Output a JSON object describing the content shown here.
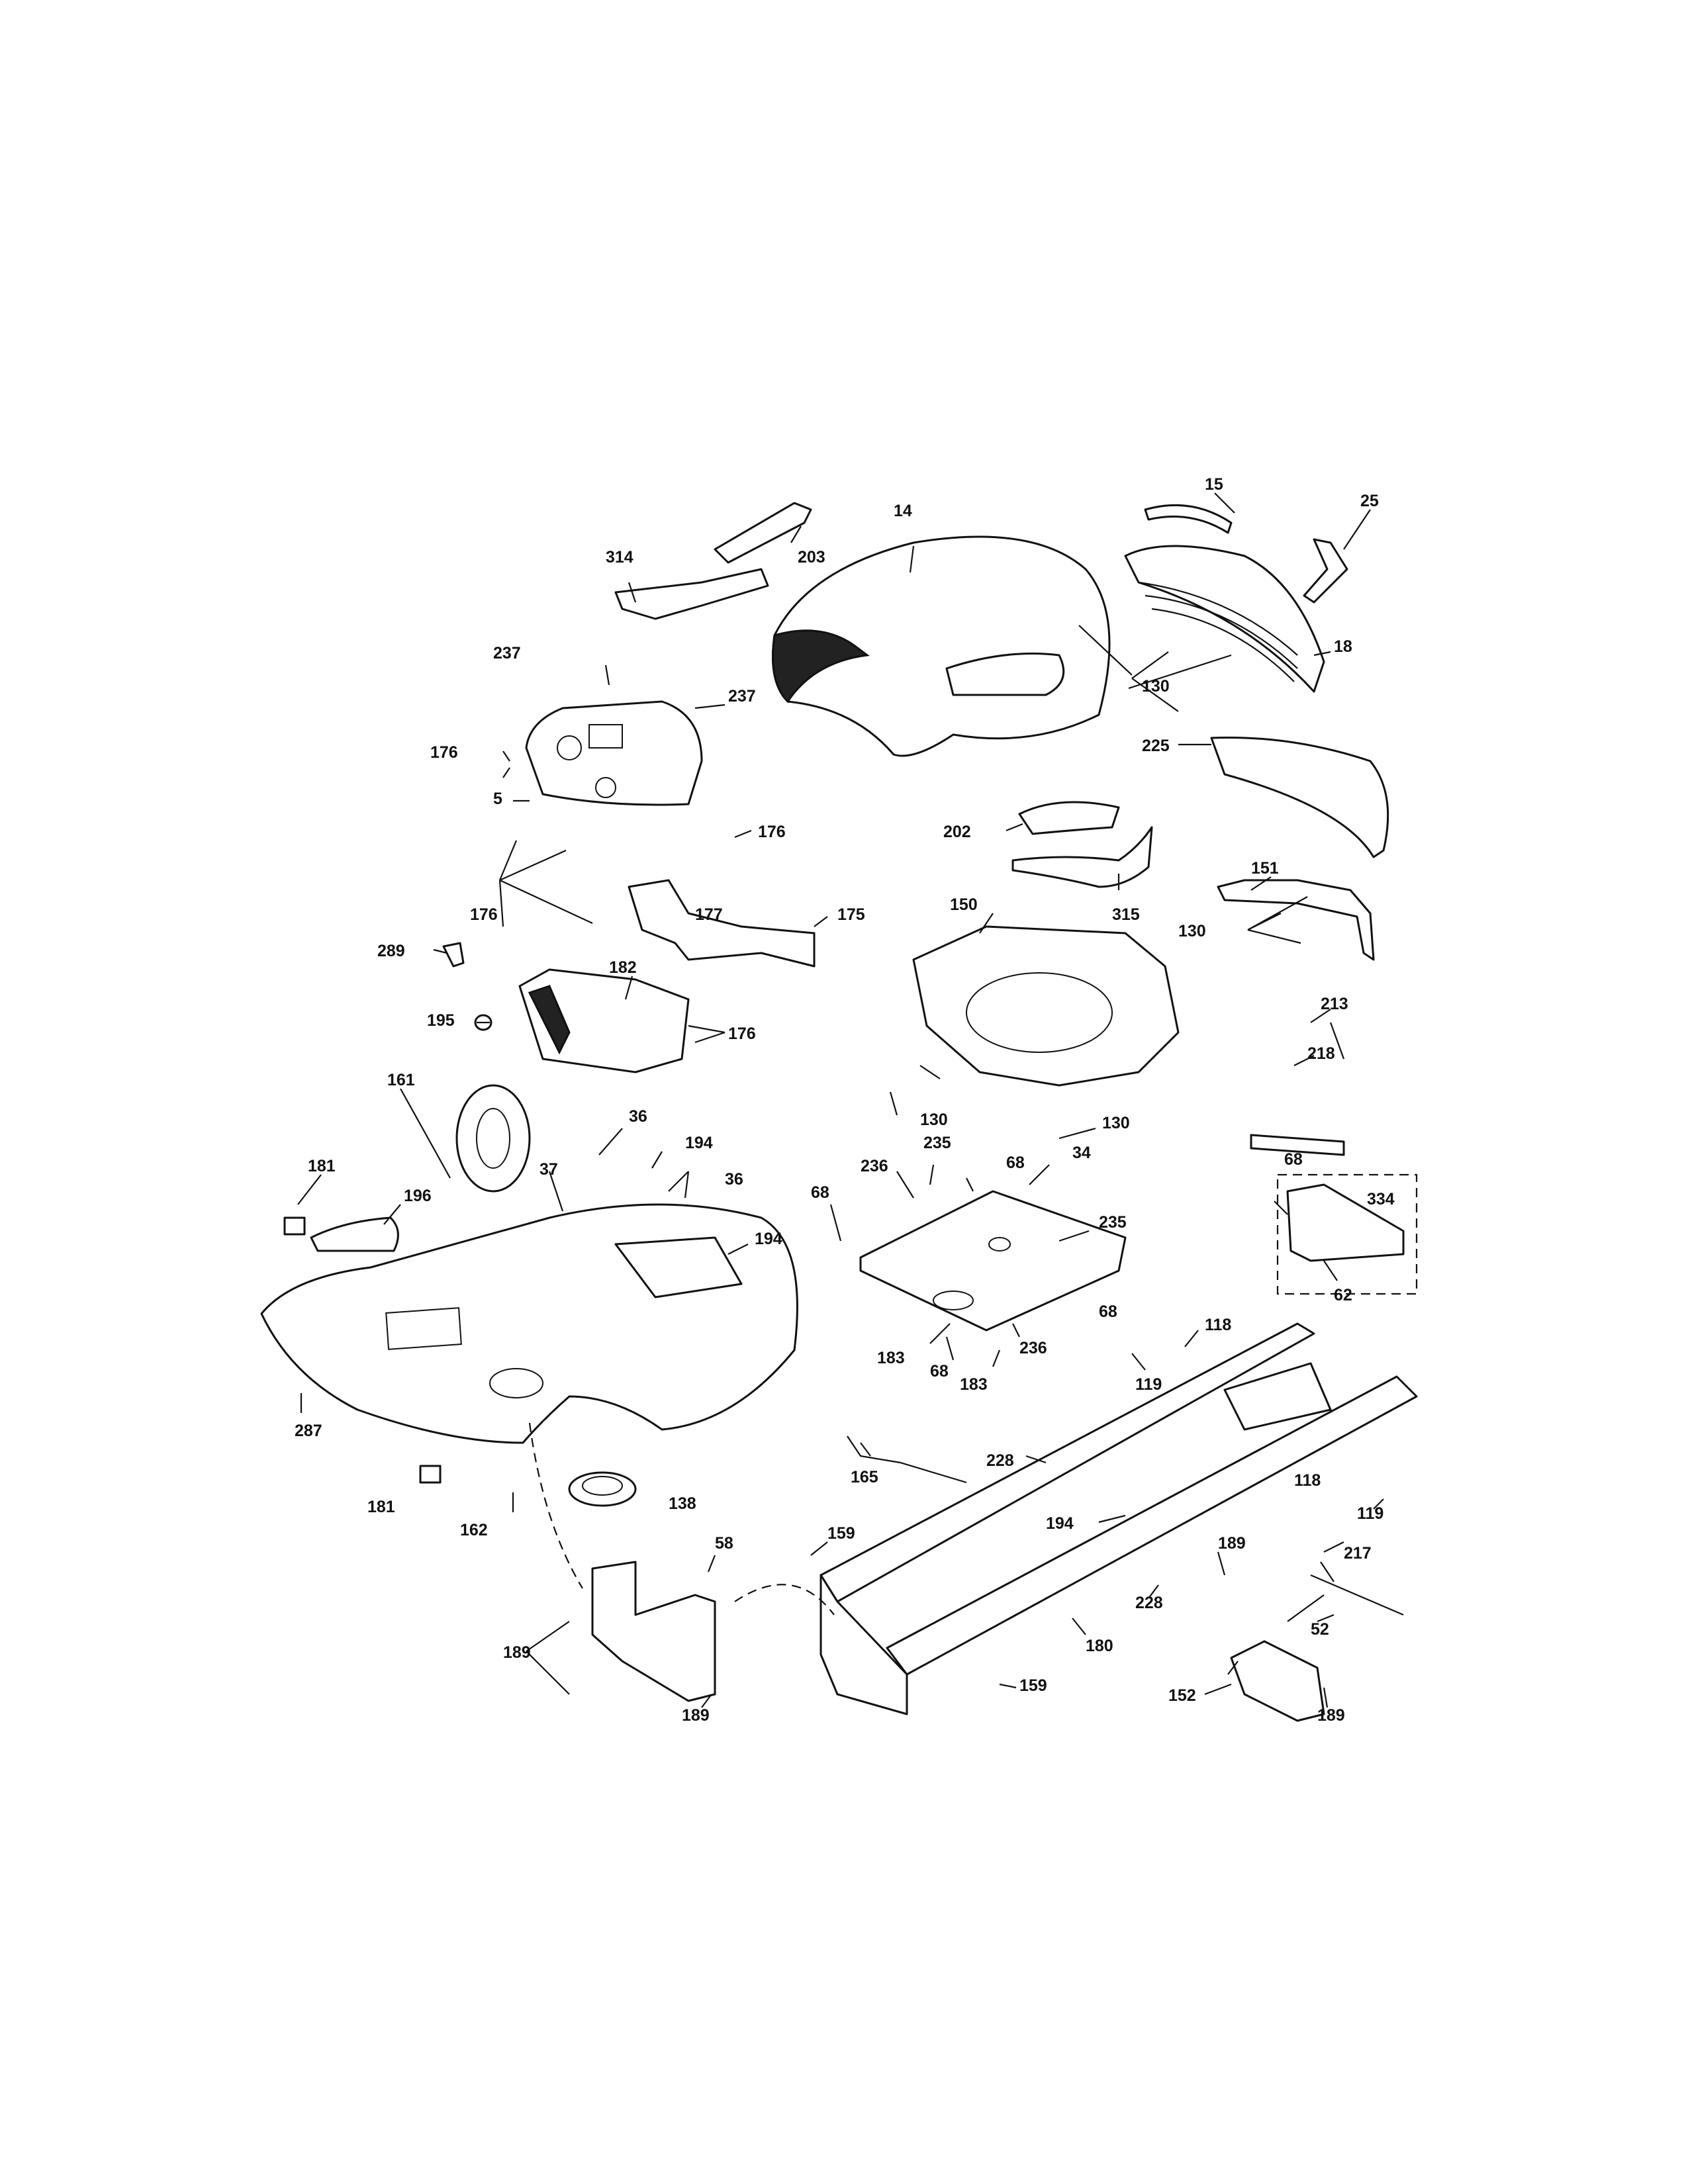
{
  "labels": {
    "l15": "15",
    "l25": "25",
    "l14": "14",
    "l203": "203",
    "l314": "314",
    "l18": "18",
    "l130a": "130",
    "l237a": "237",
    "l237b": "237",
    "l176a": "176",
    "l5": "5",
    "l176b": "176",
    "l225": "225",
    "l202": "202",
    "l315": "315",
    "l151": "151",
    "l176c": "176",
    "l177": "177",
    "l175": "175",
    "l289": "289",
    "l182": "182",
    "l150": "150",
    "l130b": "130",
    "l195": "195",
    "l176d": "176",
    "l130c": "130",
    "l130d": "130",
    "l213": "213",
    "l218": "218",
    "l161": "161",
    "l36a": "36",
    "l194a": "194",
    "l36b": "36",
    "l235a": "235",
    "l68a": "68",
    "l34": "34",
    "l236a": "236",
    "l68b": "68",
    "l68c": "68",
    "l181a": "181",
    "l196": "196",
    "l37": "37",
    "l194b": "194",
    "l235b": "235",
    "l334": "334",
    "l68d": "68",
    "l62": "62",
    "l183a": "183",
    "l68e": "68",
    "l236b": "236",
    "l183b": "183",
    "l118a": "118",
    "l119a": "119",
    "l287": "287",
    "l228a": "228",
    "l165": "165",
    "l181b": "181",
    "l138": "138",
    "l118b": "118",
    "l119b": "119",
    "l162": "162",
    "l194c": "194",
    "l159a": "159",
    "l217": "217",
    "l189a": "189",
    "l58": "58",
    "l228b": "228",
    "l52": "52",
    "l180": "180",
    "l189b": "189",
    "l159b": "159",
    "l152": "152",
    "l189c": "189",
    "l189d": "189"
  }
}
